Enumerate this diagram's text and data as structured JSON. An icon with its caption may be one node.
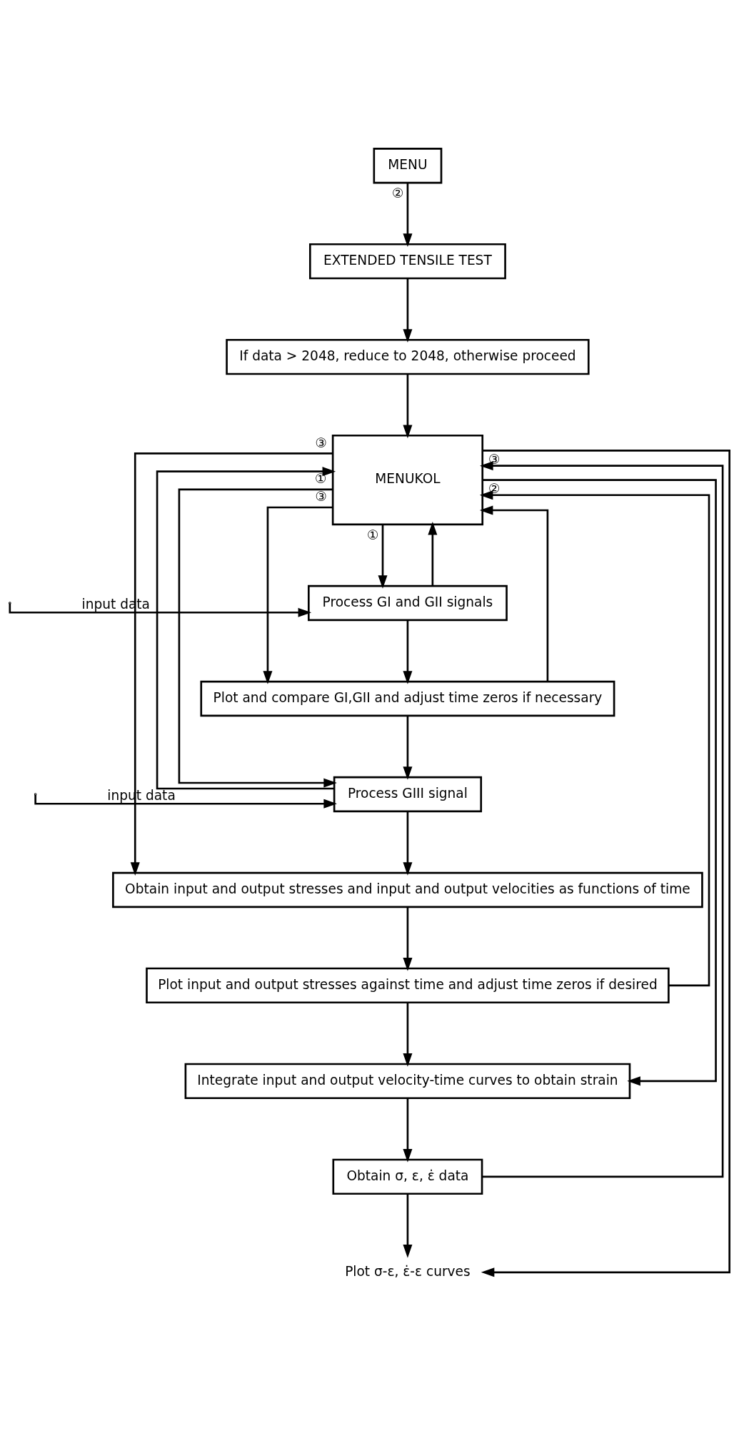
{
  "diagram": {
    "nodes": [
      {
        "text": [
          "MENU"
        ]
      },
      {
        "text": [
          "EXTENDED TENSILE TEST"
        ]
      },
      {
        "text": [
          "If data > 2048, reduce to 2048, otherwise proceed"
        ]
      },
      {
        "text": [
          "MENUKOL"
        ]
      },
      {
        "text": [
          "Process GI and GII signals"
        ]
      },
      {
        "text": [
          "Plot and compare GI,GII and adjust time zeros if necessary"
        ]
      },
      {
        "text": [
          "Process GIII signal"
        ]
      },
      {
        "text": [
          "Obtain input and output stresses and input and output velocities as functions of time"
        ]
      },
      {
        "text": [
          "Plot input and output stresses against time and adjust time zeros if desired"
        ]
      },
      {
        "text": [
          "Integrate input and output velocity-time curves to obtain strain"
        ]
      },
      {
        "text": [
          "Obtain σ, ε, ε̇ data"
        ]
      },
      {
        "text": [
          "Plot σ-ε, ε̇-ε curves"
        ]
      }
    ],
    "edges": [
      {
        "from": 0,
        "to": 1,
        "arrow": "to",
        "label": "②"
      },
      {
        "from": 1,
        "to": 2,
        "arrow": "to"
      },
      {
        "from": 2,
        "to": 3,
        "arrow": "to"
      },
      {
        "from": 3,
        "to": 4,
        "arrow": "to",
        "label": "①"
      },
      {
        "from": null,
        "to": 4,
        "arrow": "to",
        "label": "input data"
      },
      {
        "from": 4,
        "to": 5,
        "arrow": "to"
      },
      {
        "from": 5,
        "to": 6,
        "arrow": "to"
      },
      {
        "from": null,
        "to": 6,
        "arrow": "to",
        "label": "input data"
      },
      {
        "from": 6,
        "to": 7,
        "arrow": "to"
      },
      {
        "from": 7,
        "to": 8,
        "arrow": "to"
      },
      {
        "from": 8,
        "to": 9,
        "arrow": "to"
      },
      {
        "from": 9,
        "to": 10,
        "arrow": "to"
      },
      {
        "from": 10,
        "to": 11,
        "arrow": "to"
      },
      {
        "from": 3,
        "to": 6,
        "arrow": "to",
        "label": "①"
      },
      {
        "from": 3,
        "to": 9,
        "arrow": "to",
        "label": "②"
      },
      {
        "from": 3,
        "to": 5,
        "arrow": "to",
        "label": "③"
      },
      {
        "from": 3,
        "to": 7,
        "arrow": "to",
        "label": "③"
      },
      {
        "from": 3,
        "to": 11,
        "arrow": "to",
        "label": "③"
      },
      {
        "from": 4,
        "to": 3,
        "arrow": "to"
      },
      {
        "from": 5,
        "to": 3,
        "arrow": "to"
      },
      {
        "from": 6,
        "to": 3,
        "arrow": "to"
      },
      {
        "from": 8,
        "to": 3,
        "arrow": "to"
      },
      {
        "from": 10,
        "to": 3,
        "arrow": "to"
      }
    ]
  }
}
